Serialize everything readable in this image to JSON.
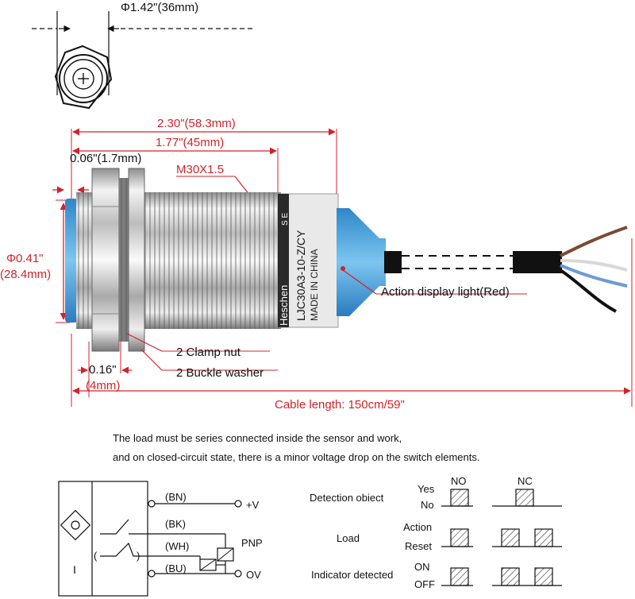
{
  "colors": {
    "dimension": "#d2232a",
    "sensor_cap": "#4aa8e0",
    "cable": "#111111"
  },
  "dimensions": {
    "top_diameter": "Φ1.42\"(36mm)",
    "total_length": "2.30\"(58.3mm)",
    "thread_length": "1.77\"(45mm)",
    "face_offset": "0.06\"(1.7mm)",
    "thread_spec": "M30X1.5",
    "face_diameter_in": "Φ0.41\"",
    "face_diameter_mm": "(28.4mm)",
    "nut_thickness_in": "0.16\"",
    "nut_thickness_mm": "(4mm)",
    "cable_length": "Cable length: 150cm/59\""
  },
  "callouts": {
    "clamp_nut": "2 Clamp nut",
    "buckle_washer": "2 Buckle washer",
    "action_light": "Action display light(Red)"
  },
  "sensor_markings": {
    "brand": "Heschen",
    "model": "LJC30A3-10-Z/CY",
    "origin": "MADE IN CHINA",
    "side_text": "S E"
  },
  "notes": {
    "line1": "The load must be series connected inside the sensor and work,",
    "line2": "and on closed-circuit state, there is a minor voltage drop on the switch elements."
  },
  "wiring": {
    "wires": [
      "(BN)",
      "(BK)",
      "(WH)",
      "(BU)"
    ],
    "plus": "+V",
    "zero": "OV",
    "type": "PNP",
    "box_symbol": "I"
  },
  "timing": {
    "col_no": "NO",
    "col_nc": "NC",
    "rows": [
      {
        "label": "Detection obiect",
        "states": [
          "Yes",
          "No"
        ]
      },
      {
        "label": "Load",
        "states": [
          "Action",
          "Reset"
        ]
      },
      {
        "label": "Indicator detected",
        "states": [
          "ON",
          "OFF"
        ]
      }
    ]
  }
}
